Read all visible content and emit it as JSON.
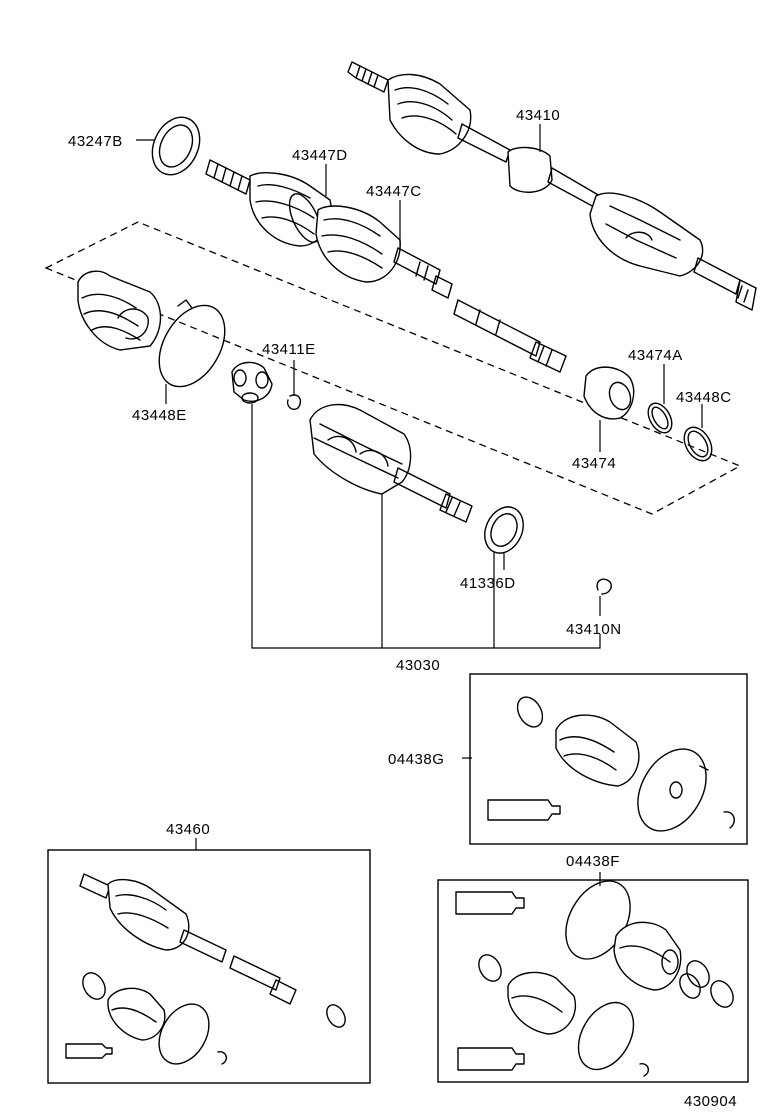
{
  "labels": {
    "p43410": "43410",
    "p43247B": "43247B",
    "p43447D": "43447D",
    "p43447C": "43447C",
    "p43411E": "43411E",
    "p43448E": "43448E",
    "p43474A": "43474A",
    "p43448C": "43448C",
    "p43474": "43474",
    "p41336D": "41336D",
    "p43410N": "43410N",
    "p43030": "43030",
    "p04438G": "04438G",
    "p43460": "43460",
    "p04438F": "04438F",
    "code": "430904"
  }
}
